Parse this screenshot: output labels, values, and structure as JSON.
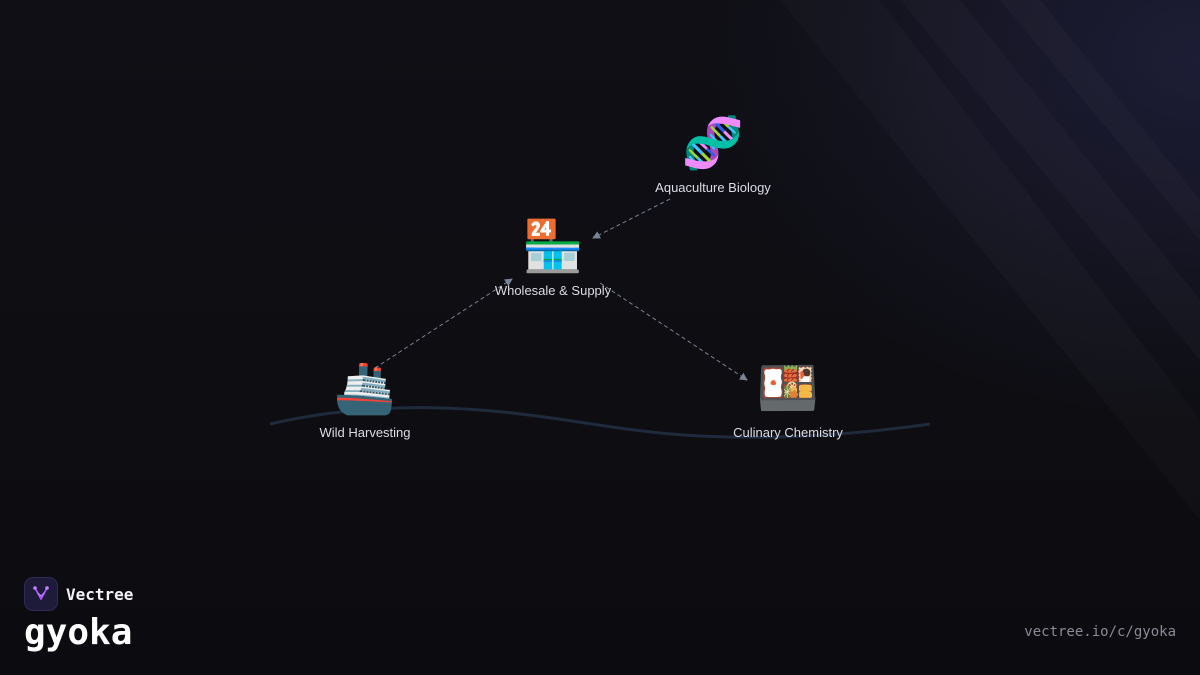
{
  "diagram": {
    "nodes": [
      {
        "id": "aquaculture",
        "icon": "🧬",
        "icon_name": "dna-icon",
        "label": "Aquaculture Biology"
      },
      {
        "id": "wholesale",
        "icon": "🏪",
        "icon_name": "convenience-store-icon",
        "label": "Wholesale & Supply"
      },
      {
        "id": "wild",
        "icon": "🚢",
        "icon_name": "ship-icon",
        "label": "Wild Harvesting"
      },
      {
        "id": "culinary",
        "icon": "🍱",
        "icon_name": "bento-box-icon",
        "label": "Culinary Chemistry"
      }
    ],
    "edges": [
      {
        "from": "aquaculture",
        "to": "wholesale"
      },
      {
        "from": "wild",
        "to": "wholesale"
      },
      {
        "from": "wholesale",
        "to": "culinary"
      }
    ],
    "colors": {
      "edge": "#7a8396",
      "wave": "#1f2a3c",
      "background": "#0d0d12",
      "brand_accent": "#a855f7"
    }
  },
  "brand": {
    "name": "Vectree",
    "title": "gyoka",
    "logo_icon": "vectree-logo-icon"
  },
  "footer": {
    "url": "vectree.io/c/gyoka"
  }
}
